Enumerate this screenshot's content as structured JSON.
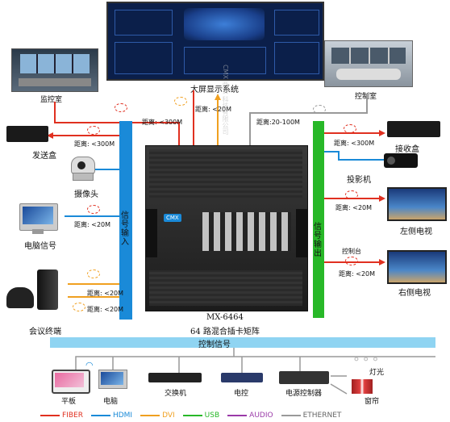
{
  "top": {
    "big_screen_label": "大屏显示系统",
    "monitor_room_label": "监控室",
    "control_room_label": "控制室"
  },
  "distances": {
    "top_left": "距离: <300M",
    "top_center": "距离: <20M",
    "top_right": "距离:20-100M",
    "sender": "距离: <300M",
    "pc": "距离: <20M",
    "conf1": "距离: <20M",
    "conf2": "距离: <20M",
    "receiver": "距离: <300M",
    "left_tv": "距离: <20M",
    "right_tv": "距离: <20M"
  },
  "left_devices": {
    "sender": "发送盒",
    "camera": "摄像头",
    "pc": "电脑信号",
    "conference": "会议终端"
  },
  "right_devices": {
    "receiver": "接收盒",
    "projector": "投影机",
    "left_tv": "左侧电视",
    "control_desk": "控制台",
    "right_tv": "右侧电视"
  },
  "bars": {
    "input": "信号输入",
    "output": "信号输出",
    "control": "控制信号"
  },
  "matrix": {
    "badge": "CMX",
    "model": "MX-6464",
    "name": "64 路混合插卡矩阵"
  },
  "bottom_devices": {
    "tablet": "平板",
    "computer": "电脑",
    "switch": "交换机",
    "control": "电控",
    "power_controller": "电源控制器",
    "light": "灯光",
    "curtain": "窗帘"
  },
  "legend": [
    {
      "label": "FIBER",
      "color": "#e03020"
    },
    {
      "label": "HDMI",
      "color": "#1a8ad8"
    },
    {
      "label": "DVI",
      "color": "#f0a020"
    },
    {
      "label": "USB",
      "color": "#28b828"
    },
    {
      "label": "AUDIO",
      "color": "#9a3aa8"
    },
    {
      "label": "ETHERNET",
      "color": "#999999"
    }
  ],
  "watermark": "CMX 西安 科技有限公司"
}
